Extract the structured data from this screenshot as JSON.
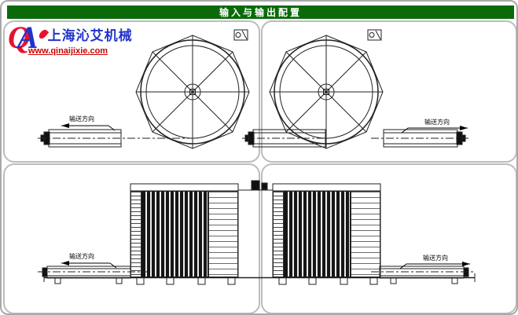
{
  "title": "输入与输出配置",
  "logo": {
    "letter_q": "Q",
    "letter_a": "A",
    "company": "上海沁艾机械",
    "website": "www.qinaijixie.com"
  },
  "labels": {
    "direction": "输送方向"
  },
  "colors": {
    "title_bg": "#0a6a0a",
    "logo_red": "#e8112d",
    "logo_blue": "#2233cc",
    "line": "#222222",
    "panel_border": "#bcbcbc"
  },
  "views": {
    "top_panel": "spiral-tower-top-views-with-infeed-outfeed-conveyors",
    "bottom_panel": "spiral-tower-front-views-with-infeed-outfeed-conveyors"
  }
}
